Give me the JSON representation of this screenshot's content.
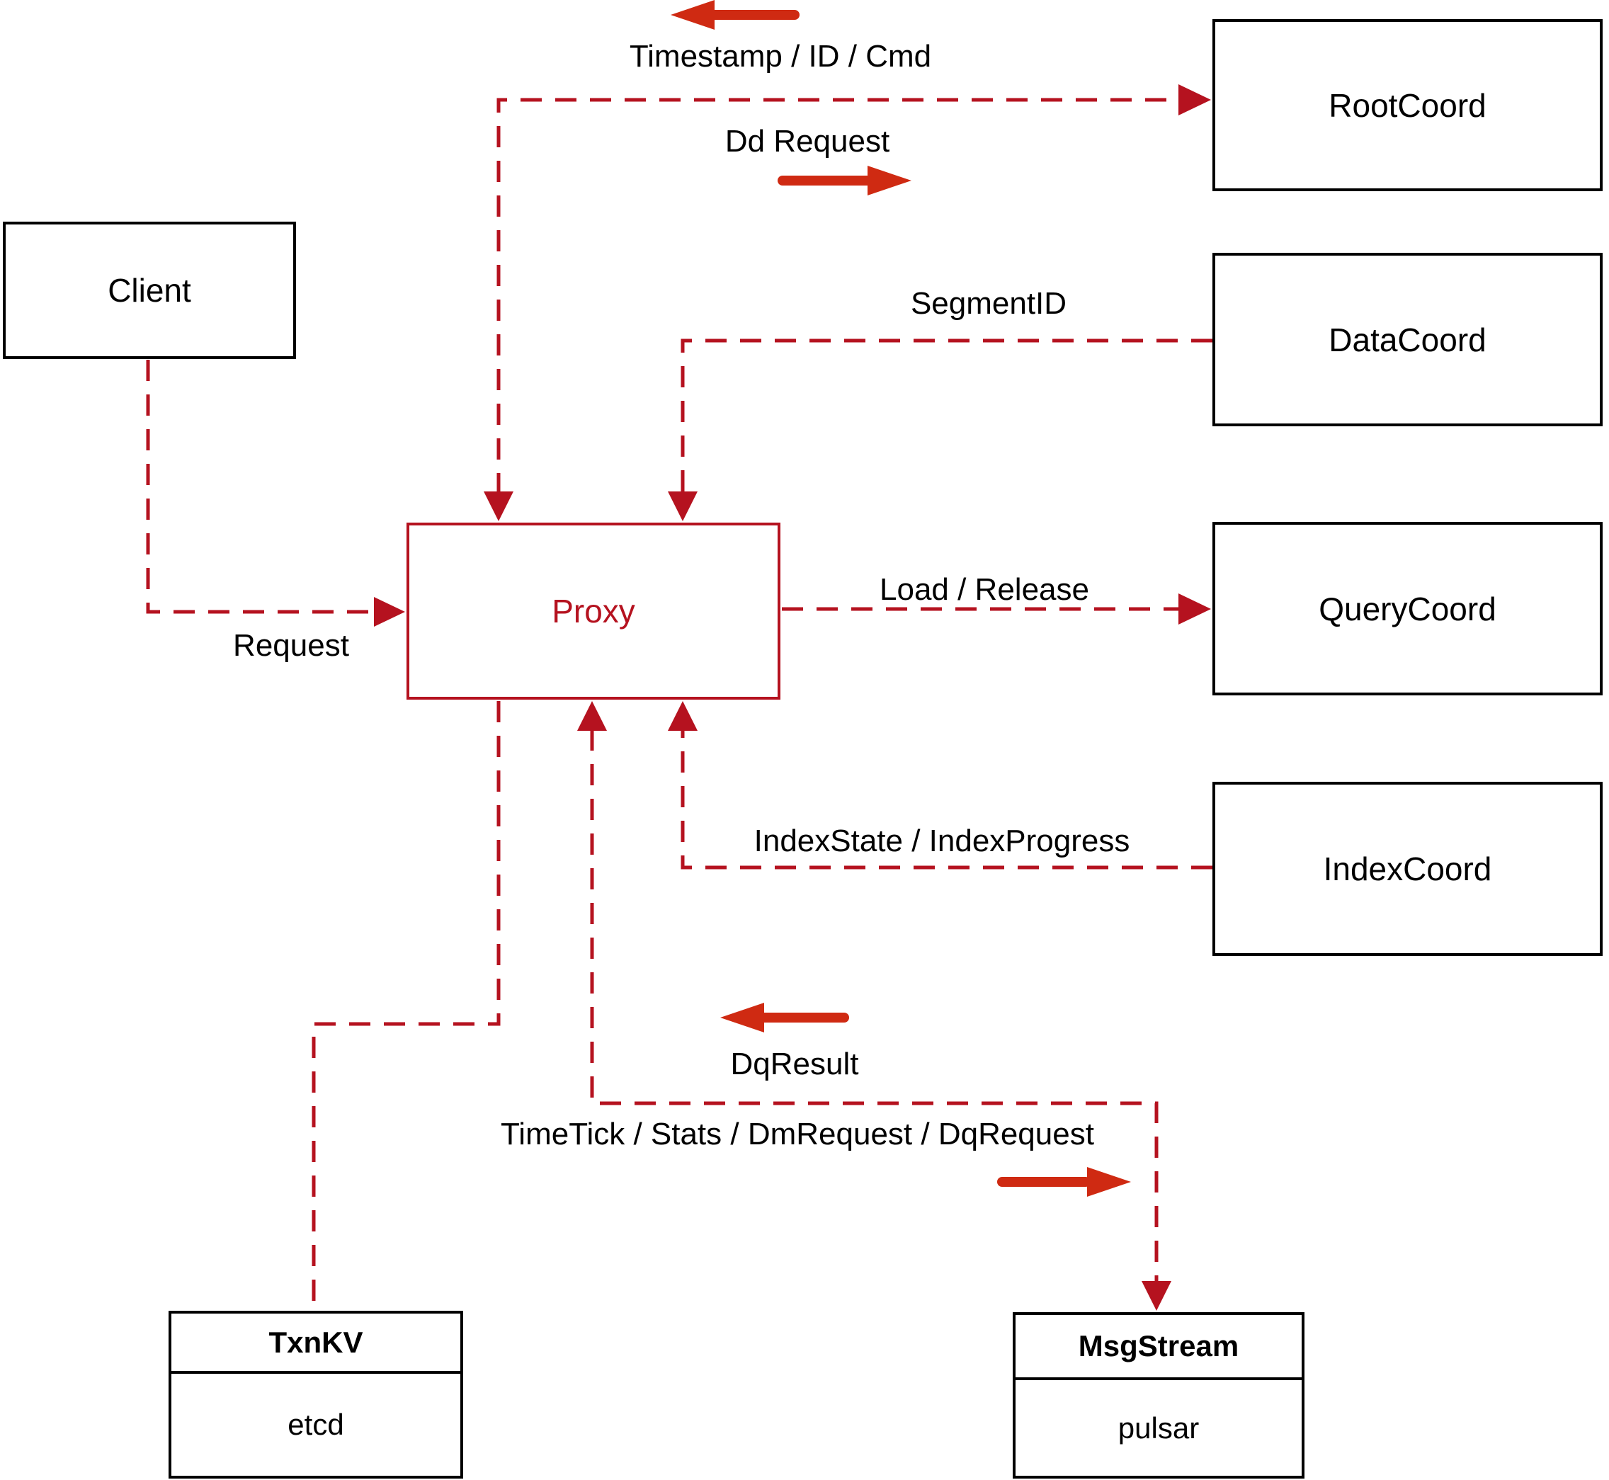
{
  "diagram": {
    "nodes": {
      "client": {
        "label": "Client"
      },
      "proxy": {
        "label": "Proxy"
      },
      "root_coord": {
        "label": "RootCoord"
      },
      "data_coord": {
        "label": "DataCoord"
      },
      "query_coord": {
        "label": "QueryCoord"
      },
      "index_coord": {
        "label": "IndexCoord"
      },
      "txn_kv": {
        "title": "TxnKV",
        "subtitle": "etcd"
      },
      "msg_stream": {
        "title": "MsgStream",
        "subtitle": "pulsar"
      }
    },
    "edge_labels": {
      "timestamp_id_cmd": "Timestamp / ID / Cmd",
      "dd_request": "Dd Request",
      "segment_id": "SegmentID",
      "request": "Request",
      "load_release": "Load / Release",
      "index_state_progress": "IndexState / IndexProgress",
      "dq_result": "DqResult",
      "timetick_stats": "TimeTick / Stats / DmRequest / DqRequest"
    },
    "colors": {
      "dashed_line": "#b5121f",
      "solid_arrow": "#cf2a12",
      "node_border": "#000000",
      "proxy_accent": "#b5121f",
      "text": "#000000",
      "background": "#ffffff"
    }
  }
}
